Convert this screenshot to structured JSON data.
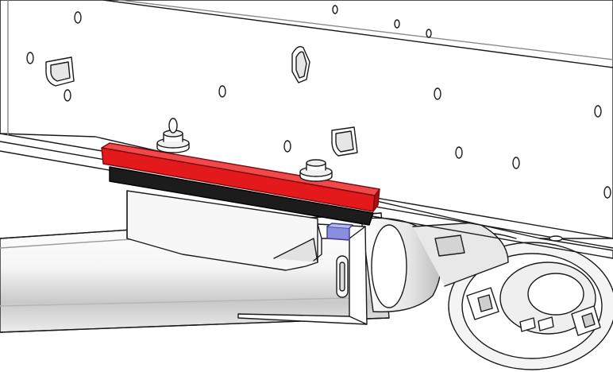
{
  "figure": {
    "kind": "technical-line-drawing",
    "subject": "frame-rail-mounting-assembly",
    "colors": {
      "background": "#ffffff",
      "line": "#1a1a1a",
      "highlight_bar": "#e3191c",
      "highlight_bar_dark": "#a80f12",
      "spacer_strip": "#1c1c1c",
      "small_block": "#8a8ee0",
      "metal_light": "#f4f4f4",
      "metal_shade": "#cfcfcf"
    },
    "parts": [
      "frame-rail",
      "red-clamp-bar",
      "black-spacer-strip",
      "axle-tube",
      "bracket",
      "bolt",
      "wheel-hub",
      "slotted-holes",
      "round-holes"
    ]
  }
}
